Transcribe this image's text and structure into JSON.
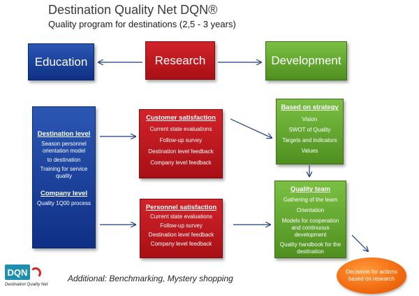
{
  "title": "Destination Quality Net DQN®",
  "subtitle": "Quality program for destinations (2,5 - 3 years)",
  "top_row": {
    "education": "Education",
    "research": "Research",
    "development": "Development"
  },
  "left_panel": {
    "destination_heading": "Destination level",
    "destination_items": [
      "Season personnel orientation model",
      "to destination",
      "Training for service quality"
    ],
    "company_heading": "Company level",
    "company_items": [
      "Quality 1Q00 process"
    ]
  },
  "customer_satisfaction": {
    "heading": "Customer satisfaction",
    "items": [
      "Current state evaluations",
      "Follow-up survey",
      "Destination level feedback",
      "Company level feedback"
    ]
  },
  "personnel_satisfaction": {
    "heading": "Personnel satisfaction",
    "items": [
      "Current state evaluations",
      "Follow-up survey",
      "Destination level feedback",
      "Company level feedback"
    ]
  },
  "strategy": {
    "heading": "Based on strategy",
    "items": [
      "Vision",
      "SWOT of Quality",
      "Targets and indicators",
      "Values"
    ]
  },
  "quality_team": {
    "heading": "Quality team",
    "items": [
      "Gathering of the team",
      "Orientation",
      "Models for cooperation and continuous development",
      "Quality handbook for the destination"
    ]
  },
  "decisions": "Decisions for actions based on research",
  "additional": "Additional:  Benchmarking,  Mystery shopping",
  "logo": {
    "mark": "DQN",
    "tagline": "Destination Quality Net"
  },
  "colors": {
    "blue": "#1a3f9a",
    "red": "#c0161c",
    "green": "#68a832",
    "orange": "#f26a10"
  }
}
